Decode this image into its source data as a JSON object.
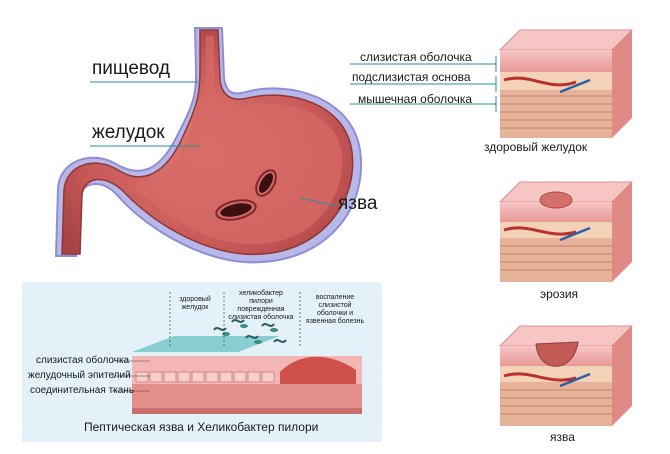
{
  "stomach": {
    "labels": {
      "esophagus": "пищевод",
      "stomach": "желудок",
      "ulcer": "язва"
    }
  },
  "layers": {
    "items": [
      {
        "label": "слизистая оболочка"
      },
      {
        "label": "подслизистая основа"
      },
      {
        "label": "мышечная оболочка"
      }
    ],
    "healthy_caption": "здоровый желудок",
    "erosion_caption": "эрозия",
    "ulcer_caption": "язва"
  },
  "helicobacter": {
    "top_labels": [
      {
        "text": "здоровый желудок"
      },
      {
        "text": "хеликобактер пилори поврежденная слизистая оболочка"
      },
      {
        "text": "воспаление слизистой оболочки и язвенная болезнь"
      }
    ],
    "side_labels": [
      {
        "text": "слизистая оболочка"
      },
      {
        "text": "желудочный эпителий"
      },
      {
        "text": "соединительная ткань"
      }
    ],
    "caption": "Пептическая язва и Хеликобактер пилори"
  },
  "colors": {
    "stomach_fill": "#c85858",
    "stomach_outline": "#9a9ad8",
    "mucosa_pink": "#f2b6b4",
    "mucus_teal": "#6fc5c9",
    "panel_bg": "#e4f1f8",
    "label_line": "#2a8f9b"
  }
}
